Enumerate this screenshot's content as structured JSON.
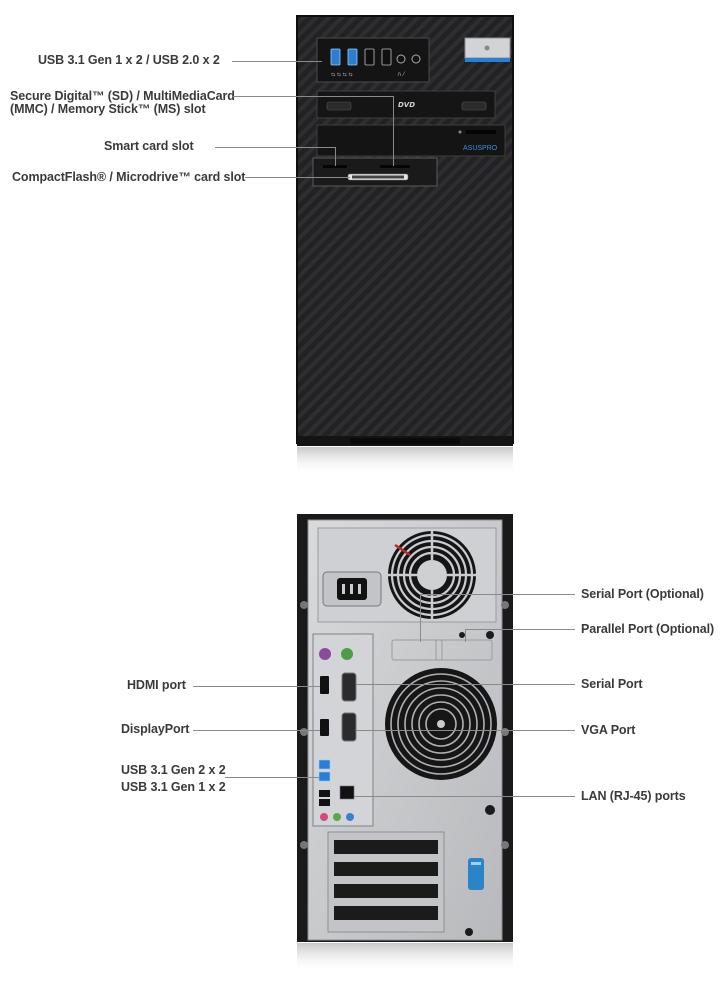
{
  "front_view": {
    "brand_logo": "ASUSPRO",
    "drive_logo": "DVD",
    "callouts": [
      {
        "id": "usb",
        "text": "USB 3.1 Gen 1 x 2  / USB 2.0 x 2"
      },
      {
        "id": "sd",
        "line1": "Secure Digital™ (SD) / MultiMediaCard",
        "line2": "(MMC) / Memory Stick™ (MS) slot"
      },
      {
        "id": "smart",
        "text": "Smart card slot"
      },
      {
        "id": "cf",
        "text": "CompactFlash® / Microdrive™ card slot"
      }
    ]
  },
  "rear_view": {
    "callouts_left": [
      {
        "id": "hdmi",
        "text": "HDMI port"
      },
      {
        "id": "dp",
        "text": "DisplayPort"
      },
      {
        "id": "usb_gen2",
        "text": "USB 3.1 Gen 2 x 2"
      },
      {
        "id": "usb_gen1",
        "text": "USB 3.1 Gen 1 x 2"
      }
    ],
    "callouts_right": [
      {
        "id": "serial_opt",
        "text": "Serial Port (Optional)"
      },
      {
        "id": "parallel_opt",
        "text": "Parallel Port (Optional)"
      },
      {
        "id": "serial",
        "text": "Serial Port"
      },
      {
        "id": "vga",
        "text": "VGA Port"
      },
      {
        "id": "lan",
        "text": "LAN (RJ-45) ports"
      }
    ]
  },
  "colors": {
    "case_dark": "#1a1a1b",
    "panel_silver": "#c9cbce",
    "usb3_blue": "#2a7fd4",
    "leader_gray": "#8a8a8a"
  }
}
